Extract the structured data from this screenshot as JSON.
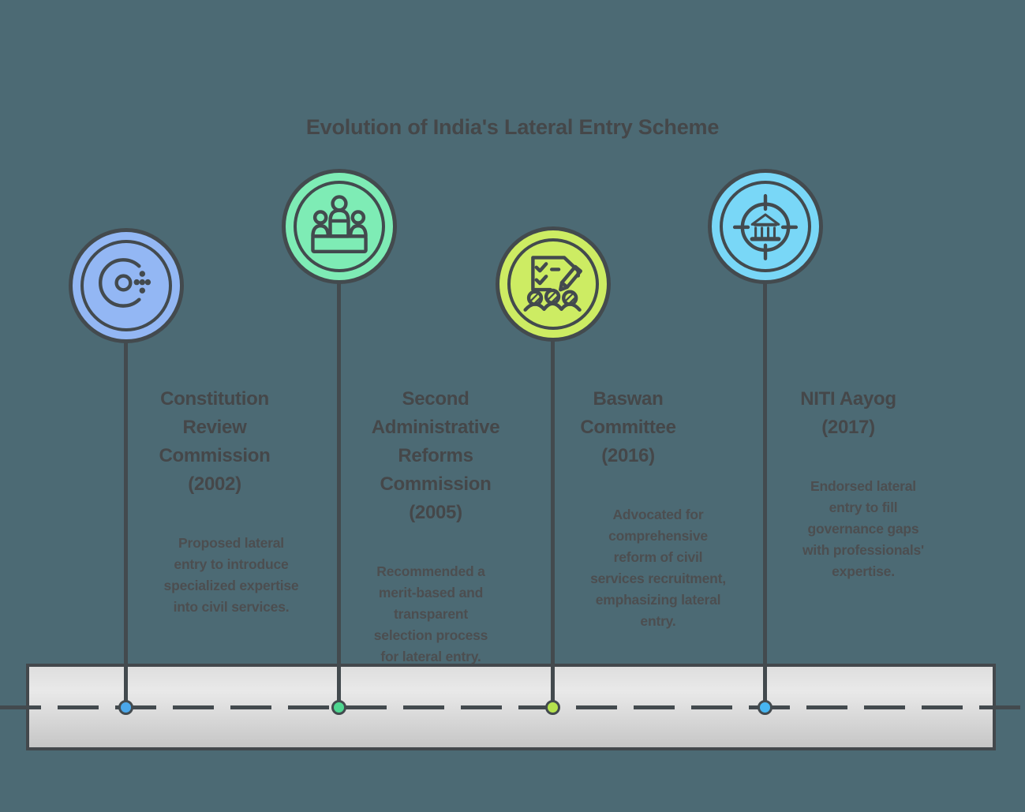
{
  "title": "Evolution of India's Lateral Entry Scheme",
  "colors": {
    "background": "#4c6a74",
    "stroke": "#434a4e",
    "text": "#454749",
    "text_secondary": "#4c4e50",
    "road_border": "#43484c",
    "road_fill_top": "#dedede",
    "road_fill_mid": "#e9e9e9",
    "road_fill_bottom": "#c6c6c6"
  },
  "milestones": [
    {
      "id": "constitution-review-commission-2002",
      "icon": "abstract-c-dots-icon",
      "circle_color": "#93b7f4",
      "marker_color": "#4ba7ea",
      "heading": "Constitution\nReview\nCommission\n(2002)",
      "description": "Proposed lateral\nentry to introduce\nspecialized expertise\ninto civil services."
    },
    {
      "id": "second-administrative-reforms-commission-2005",
      "icon": "podium-people-icon",
      "circle_color": "#7eecb5",
      "marker_color": "#4fd690",
      "heading": "Second\nAdministrative\nReforms\nCommission\n(2005)",
      "description": "Recommended a\nmerit-based and\ntransparent\nselection process\nfor lateral entry."
    },
    {
      "id": "baswan-committee-2016",
      "icon": "checklist-people-icon",
      "circle_color": "#cdec63",
      "marker_color": "#b5e24d",
      "heading": "Baswan\nCommittee\n(2016)",
      "description": "Advocated for\ncomprehensive\nreform of civil\nservices recruitment,\nemphasizing lateral\nentry."
    },
    {
      "id": "niti-aayog-2017",
      "icon": "target-government-icon",
      "circle_color": "#79d7f7",
      "marker_color": "#47b5f1",
      "heading": "NITI Aayog\n(2017)",
      "description": "Endorsed lateral\nentry to fill\ngovernance gaps\nwith professionals'\nexpertise."
    }
  ]
}
